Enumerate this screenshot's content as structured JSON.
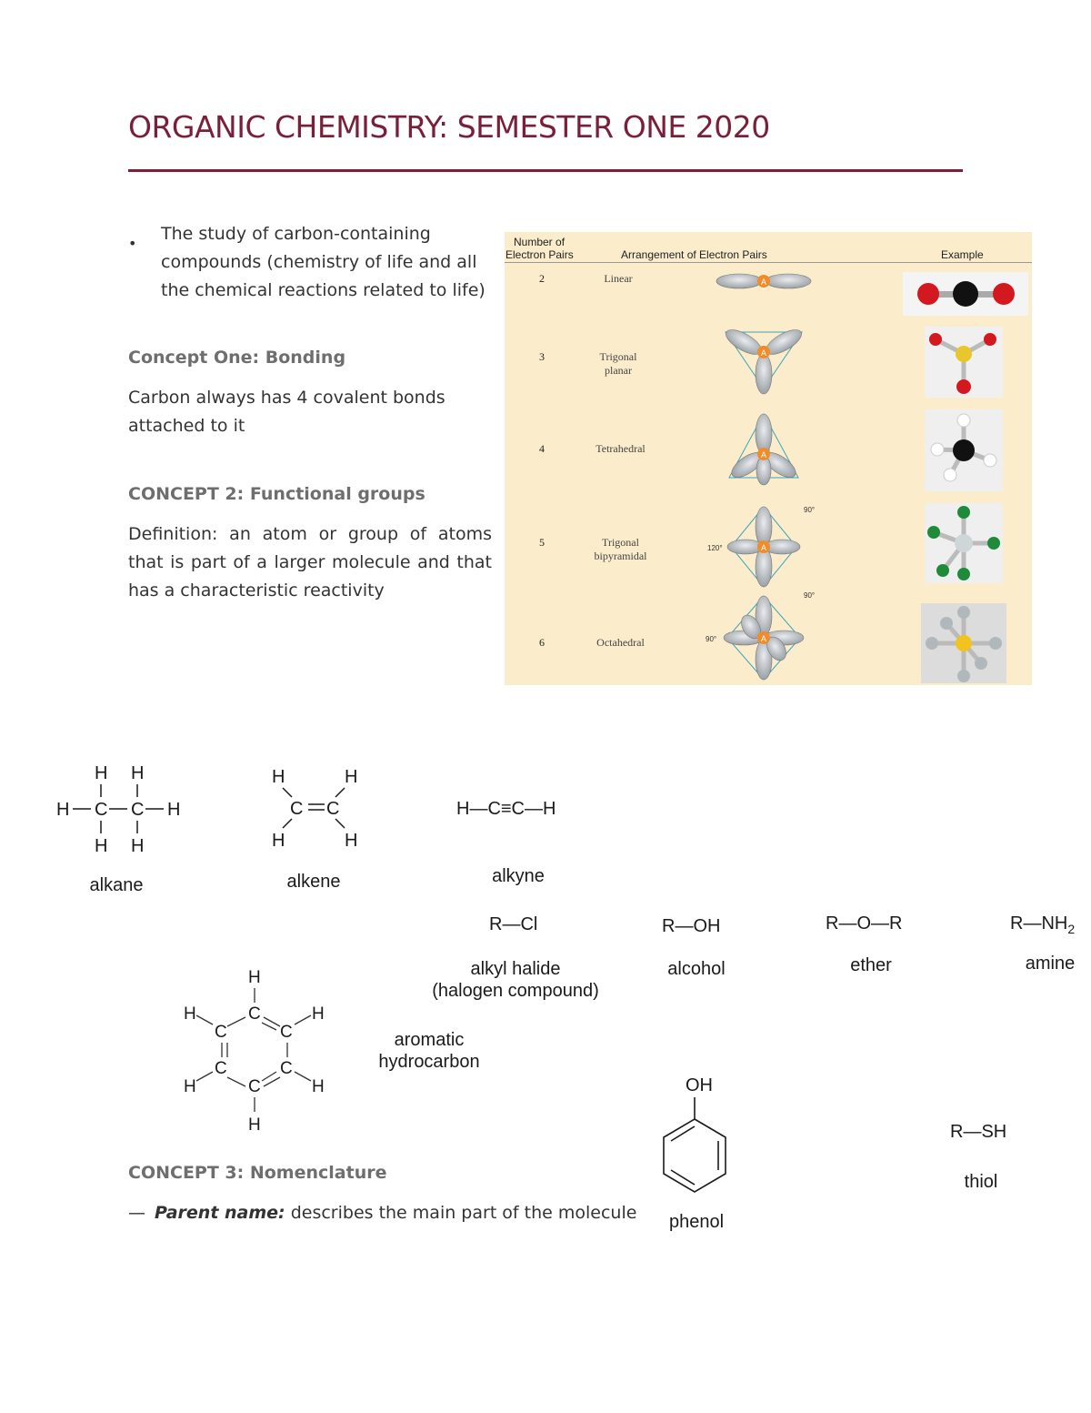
{
  "header": {
    "title": "ORGANIC CHEMISTRY: SEMESTER ONE 2020"
  },
  "intro": {
    "bullet": "•",
    "text": "The study of carbon-containing compounds (chemistry of life and all the chemical reactions related to life)"
  },
  "concept1": {
    "heading": "Concept One: Bonding",
    "text": "Carbon always has 4 covalent bonds attached to it"
  },
  "concept2": {
    "heading": "CONCEPT 2: Functional groups",
    "text": "Definition: an atom or group of atoms that is part of a larger molecule and that has a characteristic reactivity"
  },
  "concept3": {
    "heading": "CONCEPT 3: Nomenclature",
    "dash": "—",
    "term": "Parent name:",
    "text": " describes the main part of the molecule"
  },
  "vsepr_table": {
    "col_pairs": "Number of Electron Pairs",
    "col_pairs_line1": "Number of",
    "col_pairs_line2": "Electron Pairs",
    "col_arrangement": "Arrangement of Electron Pairs",
    "col_example": "Example",
    "rows": [
      {
        "pairs": "2",
        "shape": "Linear"
      },
      {
        "pairs": "3",
        "shape_line1": "Trigonal",
        "shape_line2": "planar"
      },
      {
        "pairs": "4",
        "shape": "Tetrahedral"
      },
      {
        "pairs": "5",
        "shape_line1": "Trigonal",
        "shape_line2": "bipyramidal",
        "angle1": "90°",
        "angle2": "120°"
      },
      {
        "pairs": "6",
        "shape": "Octahedral",
        "angle1": "90°",
        "angle2": "90°"
      }
    ],
    "atom_label": "A",
    "colors": {
      "background": "#fbeccb",
      "orbital": "#b8bcc0",
      "center": "#f08c2a",
      "edge": "#3aa6b8"
    }
  },
  "functional_groups": {
    "alkane": {
      "label": "alkane",
      "H": "H",
      "C": "C"
    },
    "alkene": {
      "label": "alkene"
    },
    "alkyne": {
      "label": "alkyne",
      "formula": "H—C≡C—H"
    },
    "alkyl_halide": {
      "formula": "R—Cl",
      "label_line1": "alkyl halide",
      "label_line2": "(halogen compound)"
    },
    "alcohol": {
      "formula": "R—OH",
      "label": "alcohol"
    },
    "ether": {
      "formula": "R—O—R",
      "label": "ether"
    },
    "amine": {
      "formula": "R—NH",
      "subscript": "2",
      "label": "amine"
    },
    "aromatic": {
      "label_line1": "aromatic",
      "label_line2": "hydrocarbon"
    },
    "phenol": {
      "group": "OH",
      "label": "phenol"
    },
    "thiol": {
      "formula": "R—SH",
      "label": "thiol"
    }
  }
}
